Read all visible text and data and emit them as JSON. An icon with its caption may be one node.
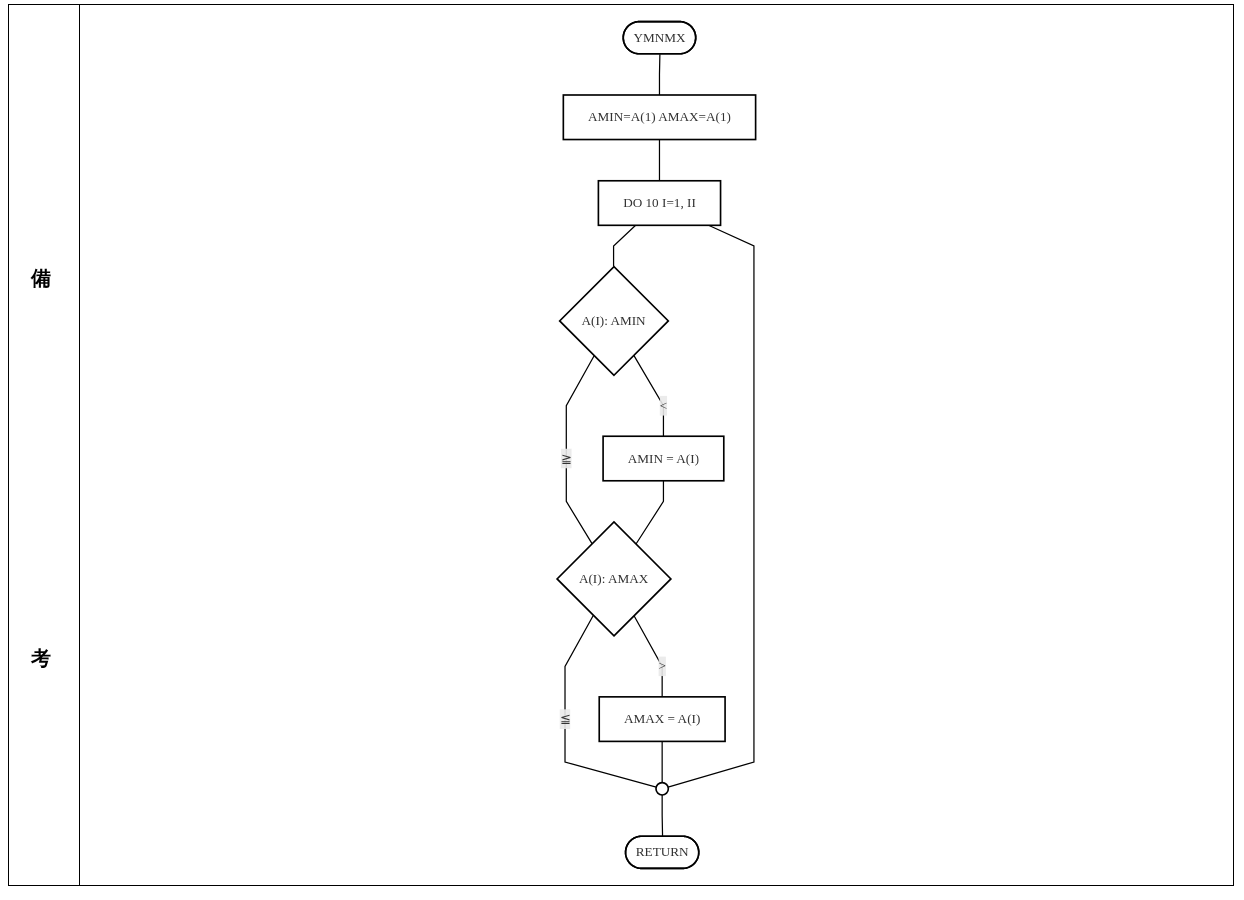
{
  "diagram": {
    "nodes": [
      {
        "text": [
          "YMNMX"
        ]
      },
      {
        "text": [
          "AMIN=A(1) AMAX=A(1)"
        ]
      },
      {
        "text": [
          "DO 10 I=1, II"
        ]
      },
      {
        "text": [
          "A(I): AMIN"
        ]
      },
      {
        "text": [
          "AMIN = A(I)"
        ]
      },
      {
        "text": [
          "A(I): AMAX"
        ]
      },
      {
        "text": [
          "AMAX = A(I)"
        ]
      },
      {
        "text": [],
        "shape": "circle"
      },
      {
        "text": [
          "RETURN"
        ]
      }
    ],
    "edges": [
      {
        "from": 0,
        "to": 1,
        "arrow": "none"
      },
      {
        "from": 1,
        "to": 2,
        "arrow": "none"
      },
      {
        "from": 2,
        "to": 3,
        "arrow": "none"
      },
      {
        "from": 3,
        "to": 4,
        "arrow": "none",
        "label": "<"
      },
      {
        "from": 3,
        "to": 5,
        "arrow": "none",
        "label": "≧"
      },
      {
        "from": 4,
        "to": 5,
        "arrow": "none"
      },
      {
        "from": 5,
        "to": 6,
        "arrow": "none",
        "label": ">"
      },
      {
        "from": 5,
        "to": 7,
        "arrow": "none",
        "label": "≦"
      },
      {
        "from": 6,
        "to": 7,
        "arrow": "none"
      },
      {
        "from": 7,
        "to": 8,
        "arrow": "none"
      },
      {
        "from": 7,
        "to": 2,
        "arrow": "none"
      }
    ],
    "labels": [
      "備",
      "考"
    ]
  }
}
